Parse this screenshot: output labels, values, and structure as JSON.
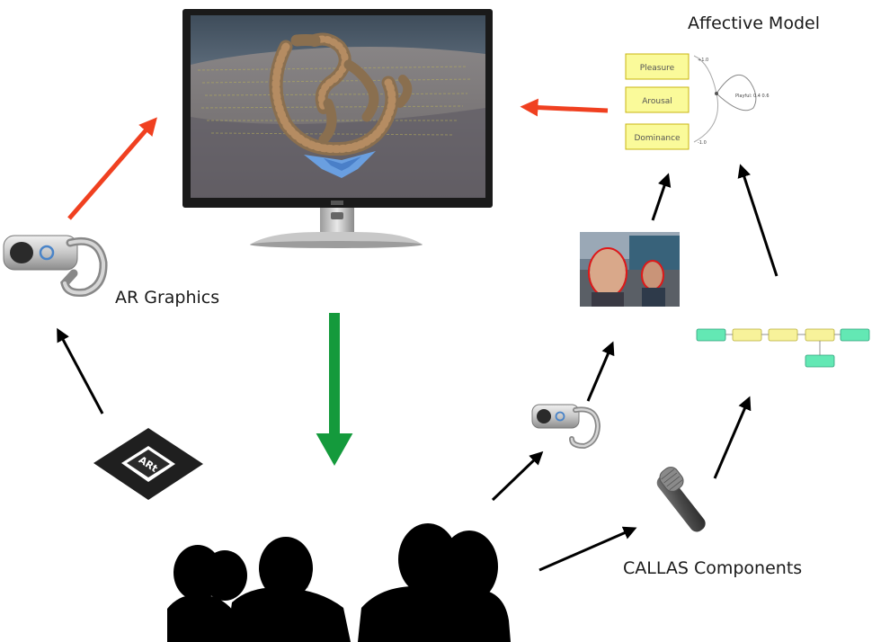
{
  "title": "Affective Model",
  "labels": {
    "ar_graphics": "AR Graphics",
    "callas_components": "CALLAS Components"
  },
  "affective_model": {
    "dimensions": [
      "Pleasure",
      "Arousal",
      "Dominance"
    ],
    "axis_top": "+1.0",
    "axis_bottom": "-1.0",
    "curve_label": "Playful: 0.4 0.6"
  },
  "marker_text": "ARt",
  "colors": {
    "red_arrow": "#f04020",
    "green_arrow": "#149a3c",
    "black_arrow": "#000000",
    "box_fill": "#fafa9a",
    "box_border": "#c8b410",
    "node_teal": "#63e8b4",
    "node_yellow": "#f7f29a"
  },
  "icons": {
    "monitor": "monitor-icon",
    "webcam": "webcam-icon",
    "marker": "ar-marker-icon",
    "microphone": "microphone-icon",
    "audience": "audience-silhouette-icon",
    "faces": "face-detection-photo"
  }
}
